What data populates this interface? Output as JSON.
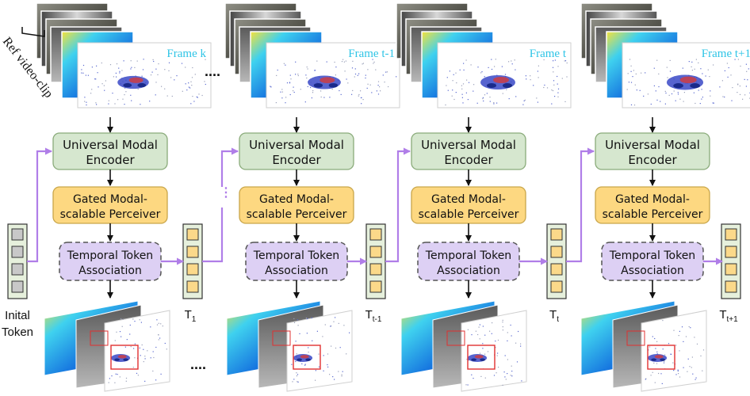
{
  "ref_label": "Ref video-clip",
  "ellipsis": "....",
  "vdots": "⋮",
  "stages": [
    {
      "frame_label": "Frame k",
      "token_label": "T",
      "token_sub": "1"
    },
    {
      "frame_label": "Frame t-1",
      "token_label": "T",
      "token_sub": "t-1"
    },
    {
      "frame_label": "Frame t",
      "token_label": "T",
      "token_sub": "t"
    },
    {
      "frame_label": "Frame t+1",
      "token_label": "T",
      "token_sub": "t+1"
    }
  ],
  "initial_token": {
    "line1": "Inital",
    "line2": "Token"
  },
  "modules": {
    "encoder": {
      "line1": "Universal Modal",
      "line2": "Encoder"
    },
    "perceiver": {
      "line1": "Gated Modal-",
      "line2": "scalable Perceiver"
    },
    "association": {
      "line1": "Temporal Token",
      "line2": "Association"
    }
  },
  "colors": {
    "encoder_fill": "#d6e7cf",
    "encoder_stroke": "#8aab7a",
    "perceiver_fill": "#fdd881",
    "perceiver_stroke": "#c9a64a",
    "assoc_fill": "#ddd0f4",
    "assoc_stroke": "#555555",
    "arrow_purple": "#b07ee8",
    "token_fill_gray": "#c8c8c8",
    "token_fill_yellow": "#fbd98a",
    "token_outer": "#e6f0dc",
    "frame_label": "#2ec4e6"
  }
}
